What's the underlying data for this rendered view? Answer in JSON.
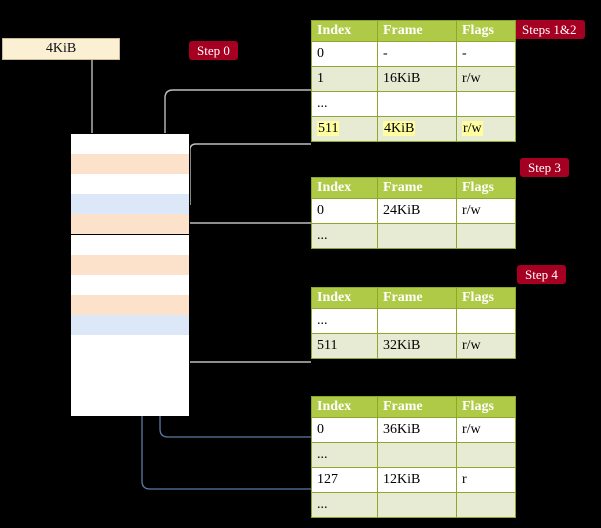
{
  "frame_box": {
    "label": "4KiB"
  },
  "badges": {
    "step0": "Step 0",
    "steps12": "Steps 1&2",
    "step3": "Step 3",
    "step4": "Step 4"
  },
  "colors": {
    "table_header": "#AFCA46",
    "table_border": "#8FA72E",
    "row_alt": "#E7EBD3",
    "highlight": "#FFFFA0",
    "badge": "#A50021",
    "frame_fill": "#FBEFD4",
    "mem_peach": "#FDE2CB",
    "mem_blue": "#DCE7F7",
    "arrow_grey": "#BDBDBD",
    "arrow_blue": "#5A7CA6"
  },
  "memory_column": {
    "name": "physical-memory-blocks",
    "rows": [
      {
        "fill": "white"
      },
      {
        "fill": "peach"
      },
      {
        "fill": "white"
      },
      {
        "fill": "blue"
      },
      {
        "fill": "peach"
      },
      {
        "fill": "white"
      },
      {
        "fill": "peach"
      },
      {
        "fill": "white"
      },
      {
        "fill": "peach"
      },
      {
        "fill": "blue"
      },
      {
        "fill": "white"
      },
      {
        "fill": "white"
      },
      {
        "fill": "white"
      },
      {
        "fill": "white"
      }
    ]
  },
  "tables": [
    {
      "name": "page-table-level-1",
      "columns": [
        "Index",
        "Frame",
        "Flags"
      ],
      "rows": [
        {
          "cells": [
            "0",
            "-",
            "-"
          ],
          "highlight": false
        },
        {
          "cells": [
            "1",
            "16KiB",
            "r/w"
          ],
          "highlight": false
        },
        {
          "cells": [
            "...",
            "",
            ""
          ],
          "highlight": false
        },
        {
          "cells": [
            "511",
            "4KiB",
            "r/w"
          ],
          "highlight": true
        }
      ]
    },
    {
      "name": "page-table-level-2",
      "columns": [
        "Index",
        "Frame",
        "Flags"
      ],
      "rows": [
        {
          "cells": [
            "0",
            "24KiB",
            "r/w"
          ],
          "highlight": false
        },
        {
          "cells": [
            "...",
            "",
            ""
          ],
          "highlight": false
        }
      ]
    },
    {
      "name": "page-table-level-3",
      "columns": [
        "Index",
        "Frame",
        "Flags"
      ],
      "rows": [
        {
          "cells": [
            "...",
            "",
            ""
          ],
          "highlight": false
        },
        {
          "cells": [
            "511",
            "32KiB",
            "r/w"
          ],
          "highlight": false
        }
      ]
    },
    {
      "name": "page-table-level-4",
      "columns": [
        "Index",
        "Frame",
        "Flags"
      ],
      "rows": [
        {
          "cells": [
            "0",
            "36KiB",
            "r/w"
          ],
          "highlight": false
        },
        {
          "cells": [
            "...",
            "",
            ""
          ],
          "highlight": false
        },
        {
          "cells": [
            "127",
            "12KiB",
            "r"
          ],
          "highlight": false
        },
        {
          "cells": [
            "...",
            "",
            ""
          ],
          "highlight": false
        }
      ]
    }
  ]
}
